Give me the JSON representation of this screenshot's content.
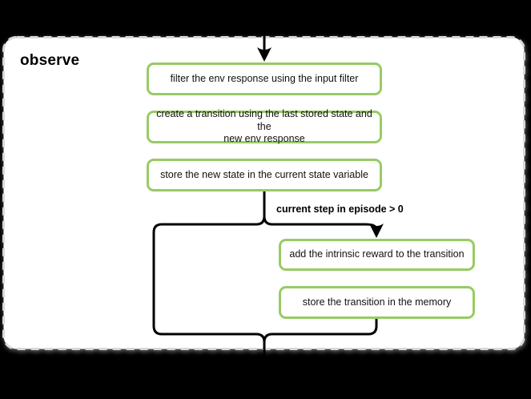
{
  "container": {
    "label": "observe"
  },
  "flow": {
    "steps": {
      "step1": {
        "label": "filter the env response using the input filter"
      },
      "step2": {
        "line1": "create a transition using the last stored state and the",
        "line2": "new env response"
      },
      "step3": {
        "label": "store the new state in the current state variable"
      }
    },
    "branch": {
      "condition_label": "current step in episode > 0",
      "steps": {
        "step4": {
          "label": "add the intrinsic reward to the transition"
        },
        "step5": {
          "label": "store the transition in the memory"
        }
      }
    }
  },
  "colors": {
    "background": "#000000",
    "container_fill": "#ffffff",
    "container_border": "#d8d8d8",
    "node_border": "#97cb64",
    "connector": "#000000",
    "text": "#111111"
  }
}
